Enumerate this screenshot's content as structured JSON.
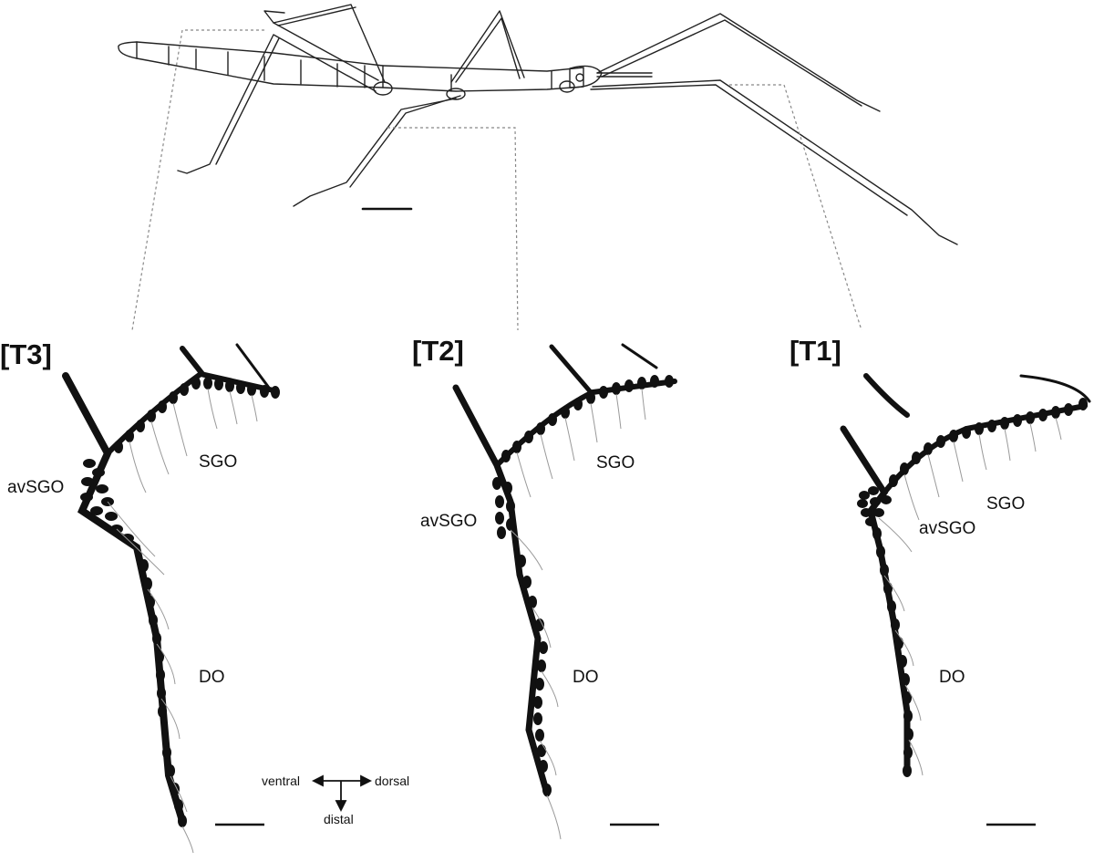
{
  "panels": [
    {
      "label": "[T3]",
      "sgo": "SGO",
      "avsgo": "avSGO",
      "do": "DO"
    },
    {
      "label": "[T2]",
      "sgo": "SGO",
      "avsgo": "avSGO",
      "do": "DO"
    },
    {
      "label": "[T1]",
      "sgo": "SGO",
      "avsgo": "avSGO",
      "do": "DO"
    }
  ],
  "orientation": {
    "ventral": "ventral",
    "dorsal": "dorsal",
    "distal": "distal"
  },
  "colors": {
    "ink": "#111111",
    "outline": "#222222",
    "guide": "#888888",
    "dendrite": "#9a9a9a"
  }
}
